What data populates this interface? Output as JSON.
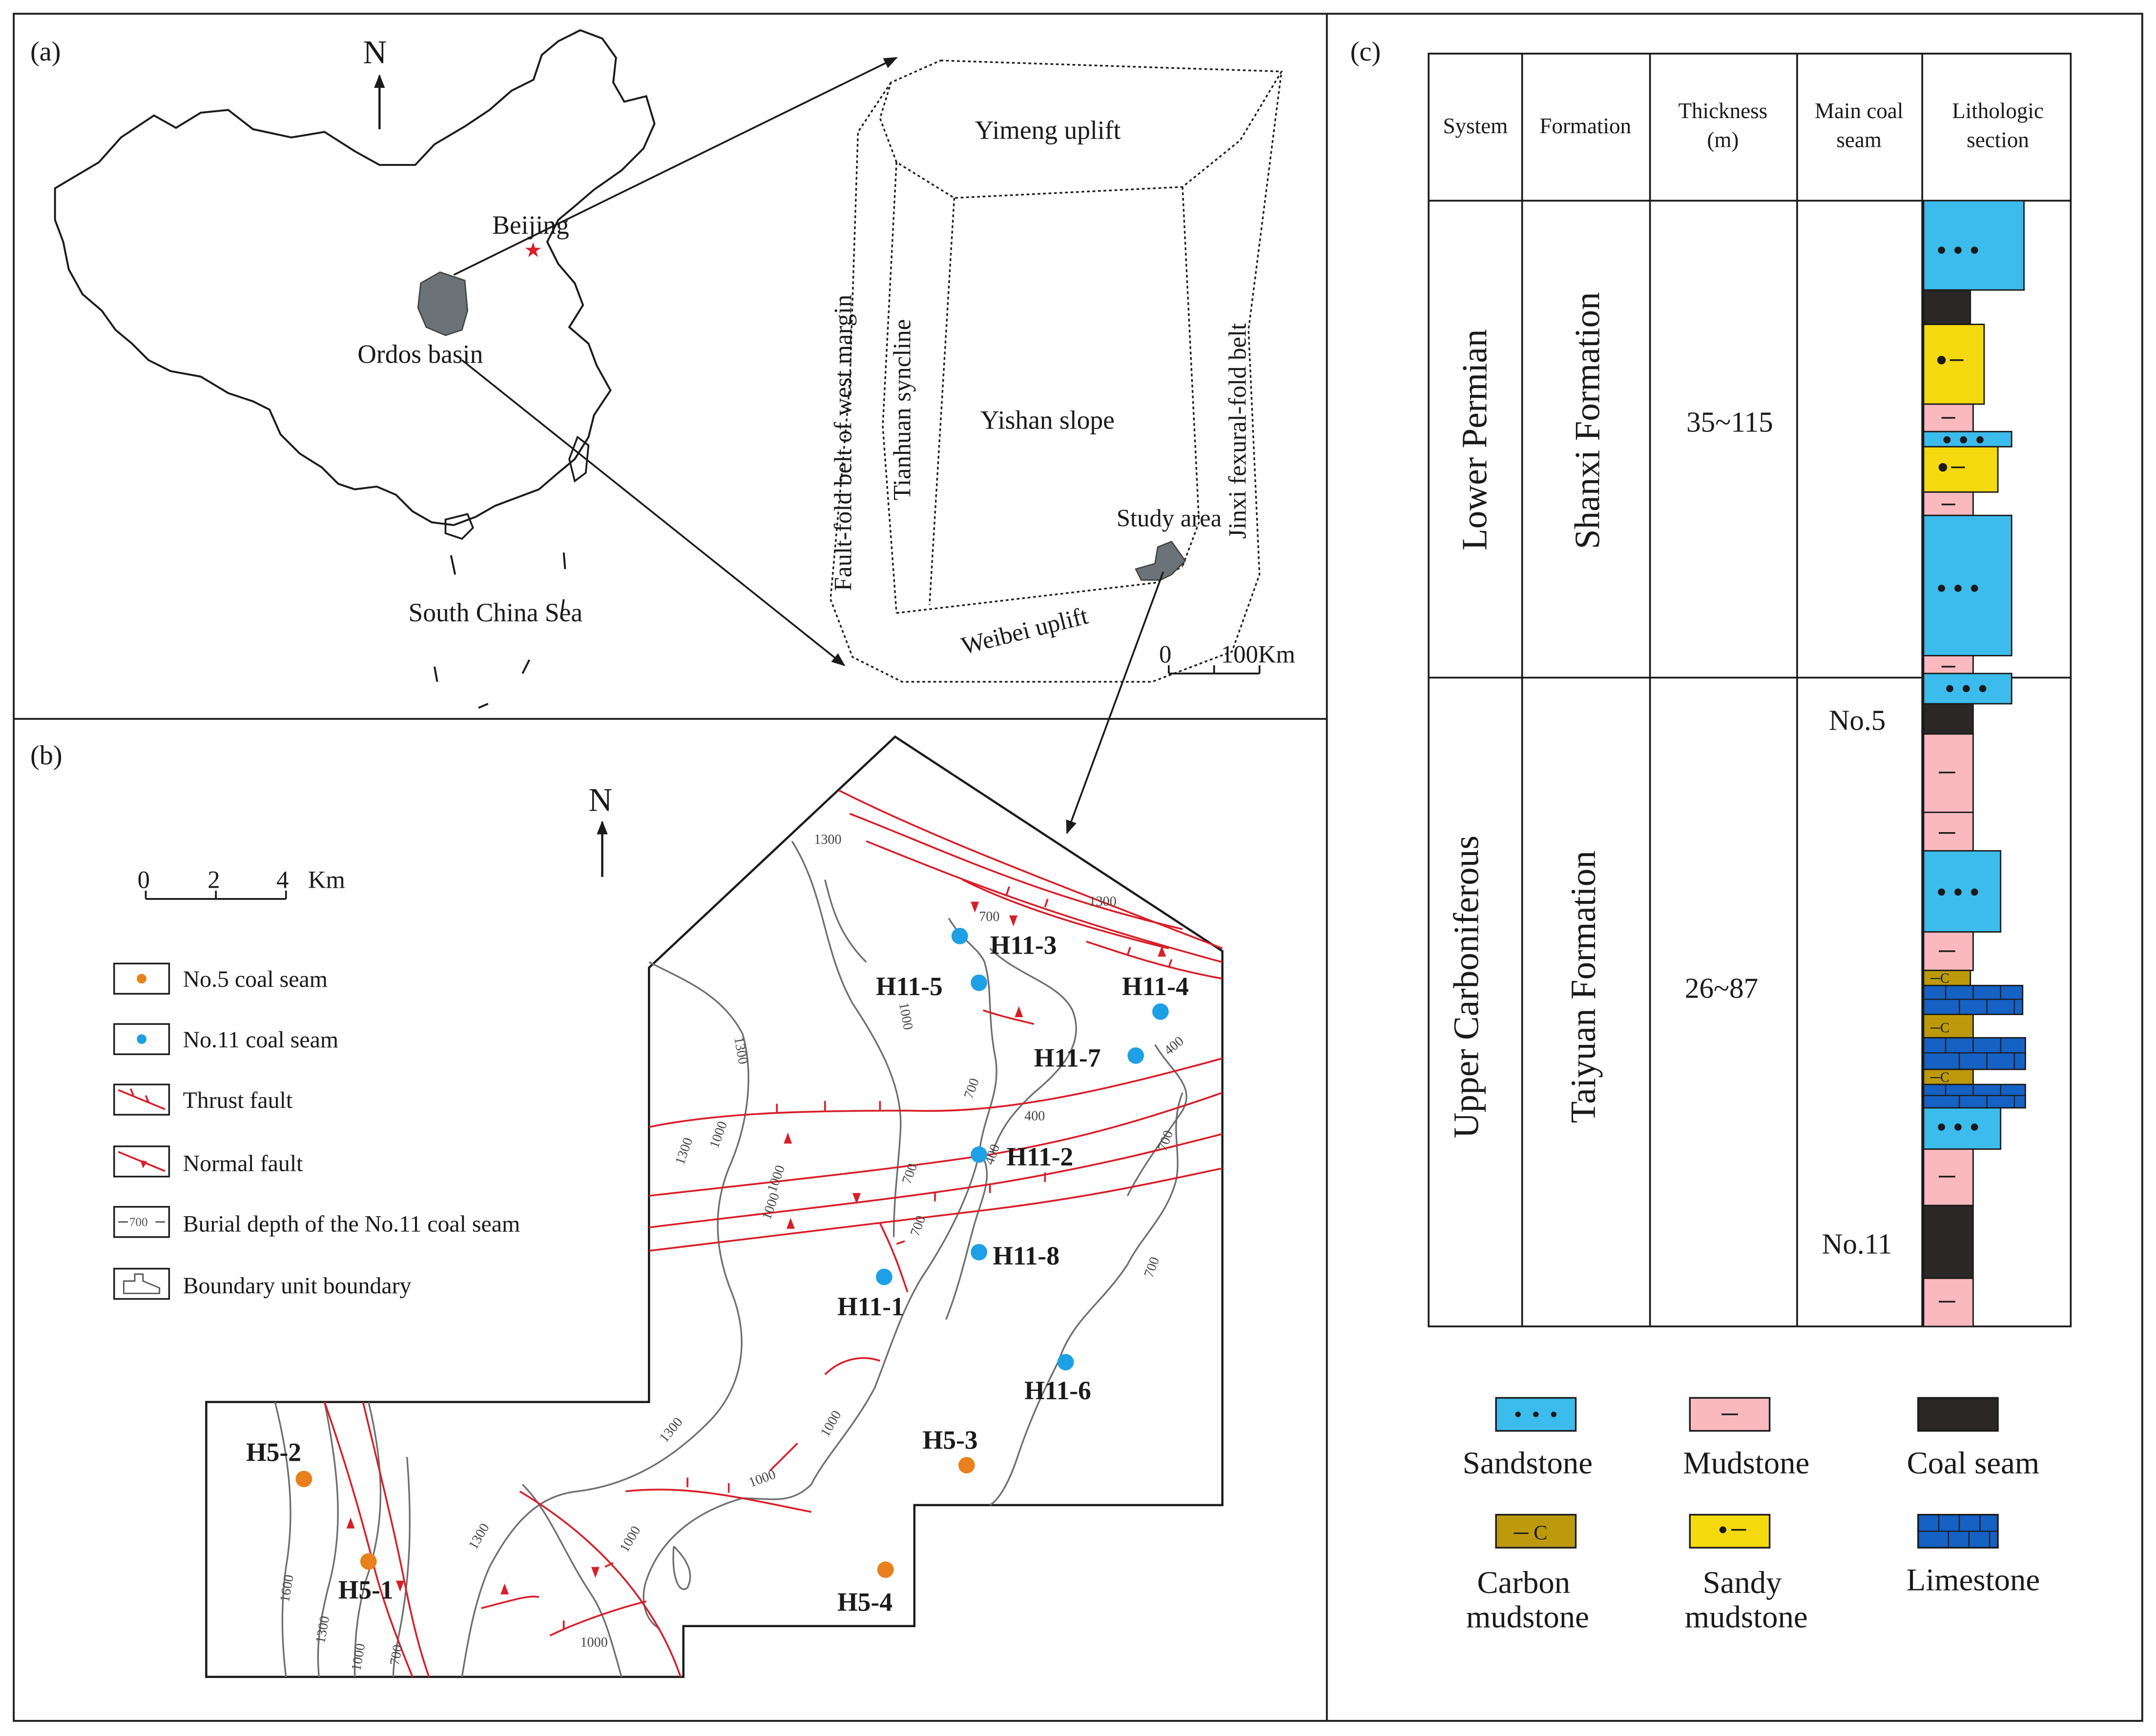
{
  "panel_a": {
    "label": "(a)",
    "north": "N",
    "beijing": "Beijing",
    "ordos_basin": "Ordos basin",
    "south_china_sea": "South China Sea",
    "yimeng_uplift": "Yimeng uplift",
    "fault_fold_belt": "Fault-fold belt of west margin",
    "tianhuan_syncline": "Tianhuan syncline",
    "yishan_slope": "Yishan slope",
    "jinxi_belt": "Jinxi fexural-fold belt",
    "study_area": "Study area",
    "weibei_uplift": "Weibei uplift",
    "scale_zero": "0",
    "scale_end": "100Km"
  },
  "panel_b": {
    "label": "(b)",
    "north": "N",
    "scale_ticks": [
      "0",
      "2",
      "4"
    ],
    "scale_unit": "Km",
    "legend": [
      {
        "symbol": "orange-dot",
        "label": "No.5 coal seam"
      },
      {
        "symbol": "blue-dot",
        "label": "No.11 coal seam"
      },
      {
        "symbol": "thrust-fault",
        "label": "Thrust fault"
      },
      {
        "symbol": "normal-fault",
        "label": "Normal fault"
      },
      {
        "symbol": "contour",
        "symbol_text": "700",
        "label": "Burial depth of the No.11 coal seam"
      },
      {
        "symbol": "boundary",
        "label": "Boundary unit  boundary"
      }
    ],
    "wells_no11": [
      "H11-3",
      "H11-5",
      "H11-4",
      "H11-7",
      "H11-2",
      "H11-8",
      "H11-1",
      "H11-6"
    ],
    "wells_no5": [
      "H5-2",
      "H5-1",
      "H5-3",
      "H5-4"
    ],
    "contour_labels": [
      "1300",
      "1300",
      "700",
      "1000",
      "1300",
      "1000",
      "700",
      "400",
      "700",
      "400",
      "1300",
      "1000",
      "700",
      "700",
      "400",
      "700",
      "1300",
      "1000",
      "1000",
      "1000",
      "1300",
      "1000",
      "1600",
      "1300",
      "1000",
      "700",
      "1000"
    ],
    "colors": {
      "no5": "#e8801e",
      "no11": "#1ea0e6",
      "fault": "#d81e28",
      "contour": "#6e6e6e"
    }
  },
  "panel_c": {
    "label": "(c)",
    "headers": {
      "system": "System",
      "formation": "Formation",
      "thickness_1": "Thickness",
      "thickness_2": "(m)",
      "coal_1": "Main coal",
      "coal_2": "seam",
      "litho_1": "Lithologic",
      "litho_2": "section"
    },
    "rows": [
      {
        "system": "Lower Permian",
        "formation": "Shanxi Formation",
        "thickness": "35~115"
      },
      {
        "system": "Upper Carboniferous",
        "formation": "Taiyuan Formation",
        "thickness": "26~87"
      }
    ],
    "coal_seams": [
      "No.5",
      "No.11"
    ],
    "column_layers": [
      "sandstone",
      "coal",
      "sandy-mudstone",
      "mudstone",
      "sandstone",
      "sandy-mudstone",
      "mudstone",
      "sandstone",
      "sandstone",
      "coal",
      "mudstone",
      "mudstone",
      "sandstone",
      "mudstone",
      "carbon-mudstone",
      "limestone",
      "carbon-mudstone",
      "limestone",
      "carbon-mudstone",
      "limestone",
      "sandstone",
      "mudstone",
      "coal",
      "mudstone"
    ],
    "legend": [
      {
        "label": "Sandstone",
        "color": "#3cbcec"
      },
      {
        "label": "Mudstone",
        "color": "#f9b9bf"
      },
      {
        "label": "Coal seam",
        "color": "#2b2727"
      },
      {
        "label": "Carbon\nmudstone",
        "color": "#bd9a0c"
      },
      {
        "label": "Sandy\nmudstone",
        "color": "#f5d90f"
      },
      {
        "label": "Limestone",
        "color": "#1561c4"
      }
    ]
  }
}
